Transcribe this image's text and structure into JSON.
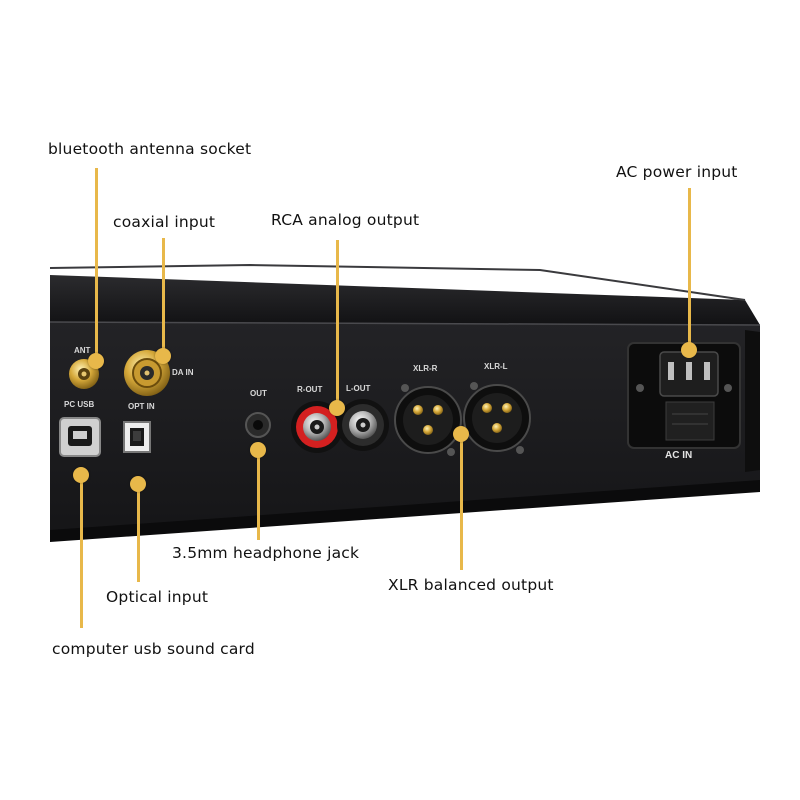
{
  "callouts": {
    "bluetooth": "bluetooth antenna socket",
    "coaxial": "coaxial input",
    "rca": "RCA analog output",
    "ac_power": "AC power input",
    "headphone": "3.5mm headphone jack",
    "xlr": "XLR balanced output",
    "optical": "Optical input",
    "usb": "computer usb sound card"
  },
  "panel_labels": {
    "ant": "ANT",
    "coax_in": "DA IN",
    "pc_usb": "PC USB",
    "opt_in": "OPT IN",
    "out": "OUT",
    "r_out": "R-OUT",
    "l_out": "L-OUT",
    "xlr_r": "XLR-R",
    "xlr_l": "XLR-L",
    "ac_in": "AC  IN"
  },
  "colors": {
    "accent": "#e8b84a",
    "chassis": "#1a1a1c",
    "rca_red": "#d42020"
  }
}
